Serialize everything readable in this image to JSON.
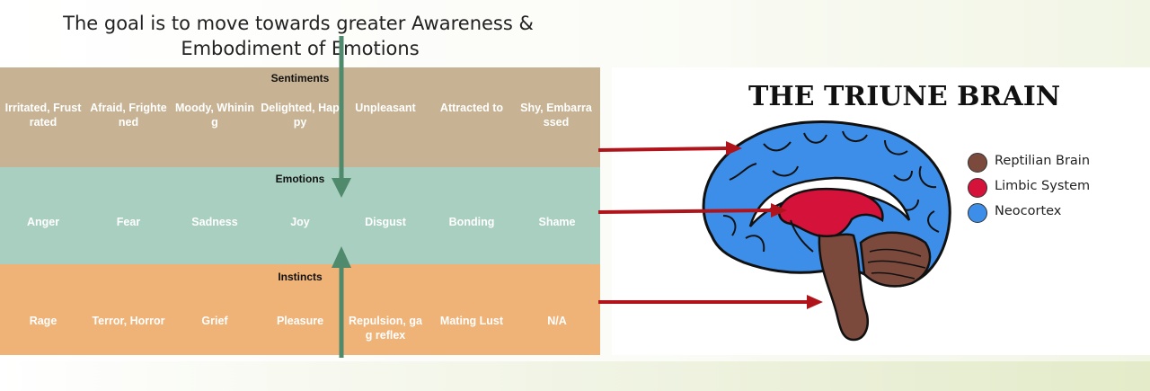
{
  "title": {
    "line1": "The goal is to move towards greater Awareness &",
    "line2": "Embodiment of Emotions"
  },
  "rows": [
    {
      "label": "Sentiments",
      "cells": [
        "Irritated, Frustrated",
        "Afraid, Frightened",
        "Moody, Whining",
        "Delighted, Happy",
        "Unpleasant",
        "Attracted to",
        "Shy, Embarrassed"
      ]
    },
    {
      "label": "Emotions",
      "cells": [
        "Anger",
        "Fear",
        "Sadness",
        "Joy",
        "Disgust",
        "Bonding",
        "Shame"
      ]
    },
    {
      "label": "Instincts",
      "cells": [
        "Rage",
        "Terror, Horror",
        "Grief",
        "Pleasure",
        "Repulsion, gag reflex",
        "Mating Lust",
        "N/A"
      ]
    }
  ],
  "brain": {
    "title": "THE TRIUNE BRAIN",
    "legend": [
      {
        "label": "Reptilian Brain",
        "color": "#7b4a3d"
      },
      {
        "label": "Limbic System",
        "color": "#d4123a"
      },
      {
        "label": "Neocortex",
        "color": "#3d8ee8"
      }
    ]
  },
  "colors": {
    "sentiments": "#c7b393",
    "emotions": "#a9cfc0",
    "instincts": "#efb277",
    "arrow_green": "#4f8a6c",
    "arrow_red": "#b0141a"
  }
}
